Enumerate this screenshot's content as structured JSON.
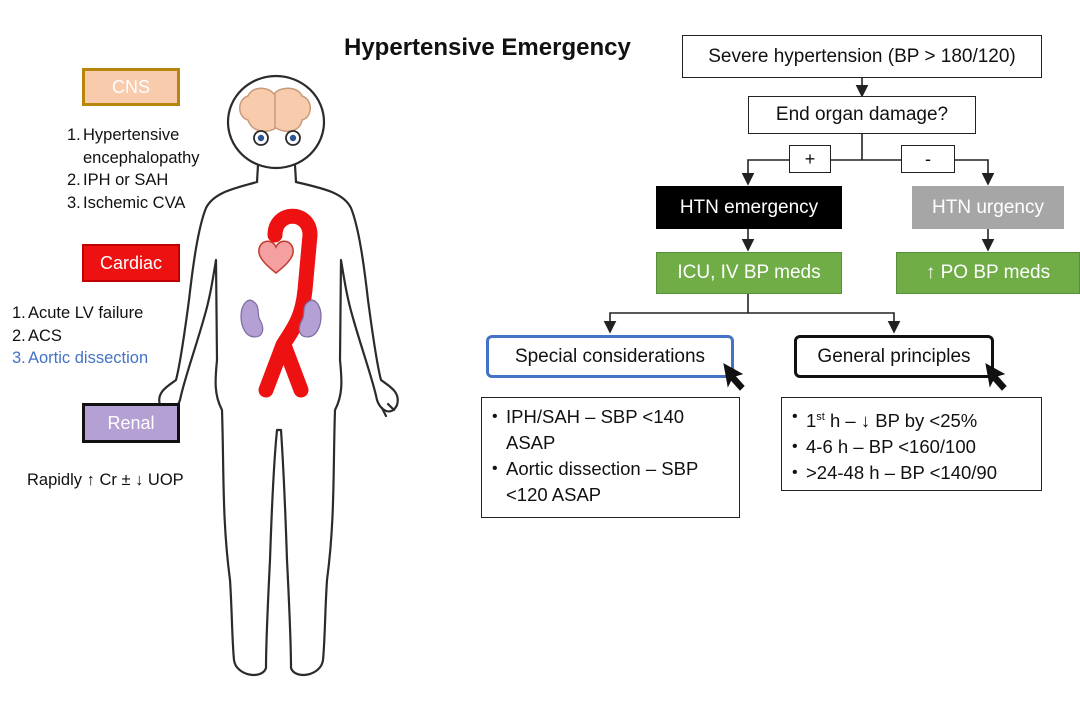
{
  "title": "Hypertensive Emergency",
  "colors": {
    "cns_fill": "#f8cbad",
    "cns_border": "#b8860b",
    "cardiac_fill": "#ee1111",
    "renal_fill": "#b4a0d2",
    "emergency_fill": "#000000",
    "urgency_fill": "#a6a6a6",
    "treatment_fill": "#70ad47",
    "special_border": "#4472c4",
    "aortic_text": "#4472c4"
  },
  "organs": {
    "cns": {
      "label": "CNS",
      "items": [
        {
          "num": "1.",
          "text": "Hypertensive"
        },
        {
          "num": "",
          "text": "encephalopathy"
        },
        {
          "num": "2.",
          "text": "IPH or SAH"
        },
        {
          "num": "3.",
          "text": "Ischemic CVA"
        }
      ]
    },
    "cardiac": {
      "label": "Cardiac",
      "items": [
        {
          "num": "1.",
          "text": "Acute LV failure"
        },
        {
          "num": "2.",
          "text": "ACS"
        },
        {
          "num": "3.",
          "text": "Aortic dissection"
        }
      ]
    },
    "renal": {
      "label": "Renal",
      "finding": "Rapidly ↑ Cr ± ↓ UOP"
    }
  },
  "flow": {
    "severe": "Severe hypertension (BP > 180/120)",
    "end_organ": "End organ damage?",
    "plus": "+",
    "minus": "-",
    "emergency": "HTN emergency",
    "urgency": "HTN urgency",
    "emergency_tx": "ICU, IV BP meds",
    "urgency_tx": "↑ PO BP meds",
    "special": "Special considerations",
    "general": "General principles"
  },
  "special_items": [
    {
      "line1": "IPH/SAH – SBP <140",
      "line2": "ASAP"
    },
    {
      "line1": "Aortic dissection – SBP",
      "line2": "<120 ASAP"
    }
  ],
  "general_items": {
    "first_pre": "1",
    "first_sup": "st",
    "first_post": " h –  ↓ BP by <25%",
    "second": "4-6 h – BP <160/100",
    "third": ">24-48 h – BP <140/90"
  },
  "bullet": "•",
  "icons": [
    "body-outline",
    "brain-icon",
    "heart-icon",
    "aorta-icon",
    "kidney-icon",
    "cursor-arrow-icon"
  ]
}
